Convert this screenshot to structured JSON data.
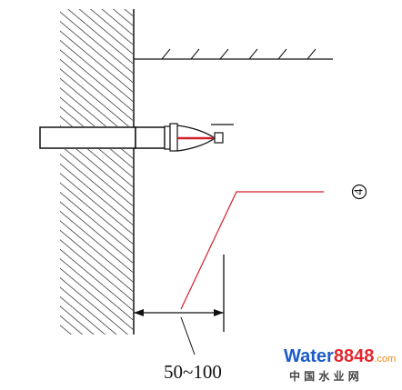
{
  "dimension": {
    "label": "50~100"
  },
  "callout": {
    "number": "4"
  },
  "watermark": {
    "brand_text": "Water",
    "brand_number": "8848",
    "brand_suffix": ".com",
    "subtitle": "中 国 水 业 网"
  },
  "colors": {
    "line": "#111111",
    "leader": "#d0202a",
    "nozzle_stem": "#d0202a",
    "hatch": "#222222",
    "brand_blue": "#1a5cc8",
    "brand_red": "#e0282e",
    "brand_orange": "#f08a1c"
  }
}
